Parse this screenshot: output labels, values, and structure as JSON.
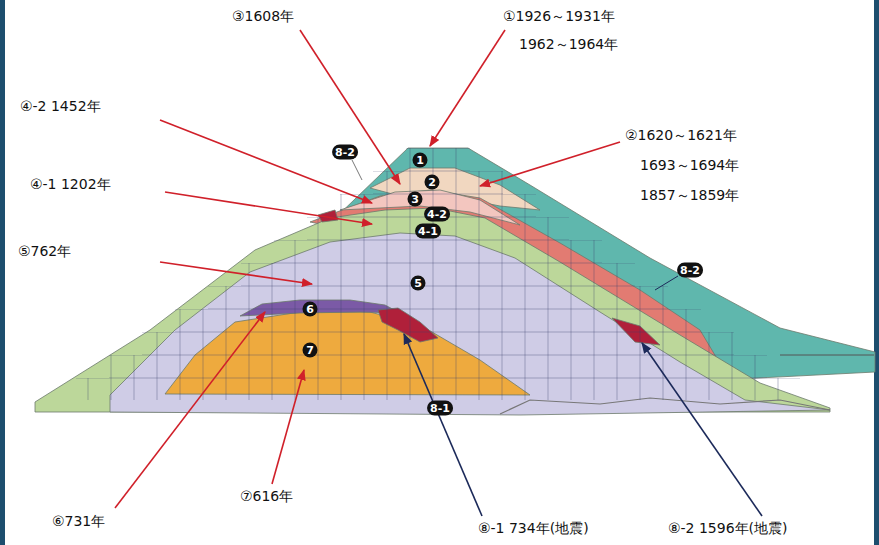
{
  "diagram": {
    "labels": [
      "③1608年",
      "①1926～1931年",
      "1962～1964年",
      "④-2 1452年",
      "②1620～1621年",
      "1693～1694年",
      "1857～1859年",
      "8-2",
      "1",
      "2",
      "3",
      "④-1 1202年",
      "4-2",
      "4-1",
      "⑤762年",
      "8-2",
      "5",
      "6",
      "7",
      "8-1",
      "⑥731年",
      "⑦616年",
      "⑧-1 734年(地震)",
      "⑧-2 1596年(地震)"
    ]
  }
}
